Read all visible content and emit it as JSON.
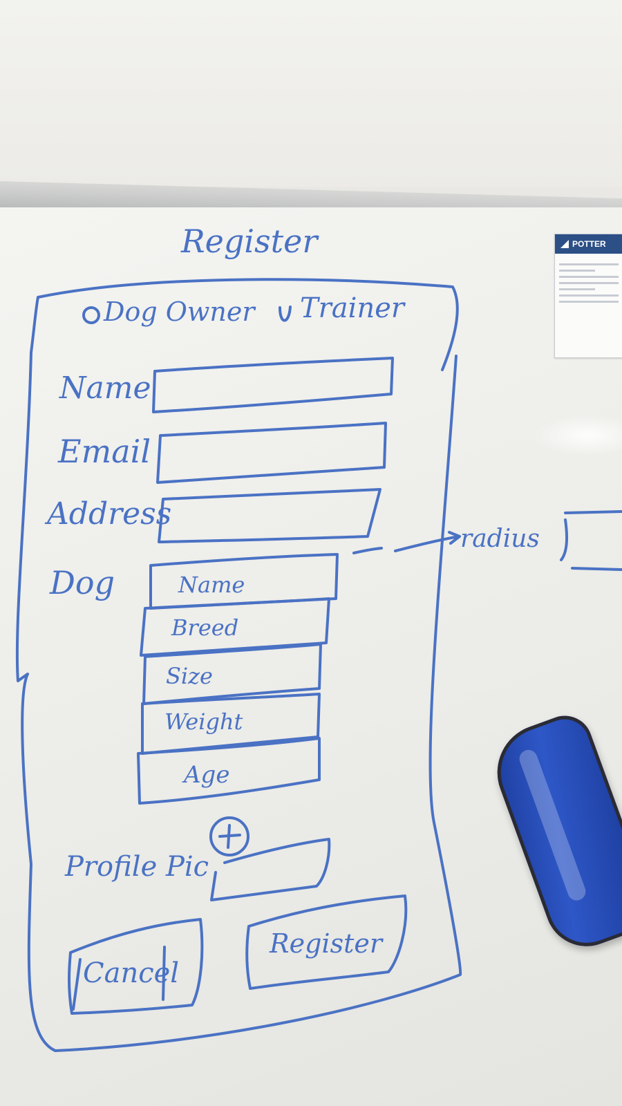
{
  "title": "Register",
  "role_options": [
    {
      "label": "Dog Owner"
    },
    {
      "label": "Trainer"
    }
  ],
  "fields": {
    "name": "Name",
    "email": "Email",
    "address": "Address",
    "dog": "Dog"
  },
  "dog_fields": [
    "Name",
    "Breed",
    "Size",
    "Weight",
    "Age"
  ],
  "radius_label": "radius",
  "profile_pic": {
    "label": "Profile Pic",
    "add_symbol": "+"
  },
  "buttons": {
    "cancel": "Cancel",
    "register": "Register"
  },
  "sticker": {
    "brand": "POTTER"
  },
  "ink_color": "#4a72c4"
}
